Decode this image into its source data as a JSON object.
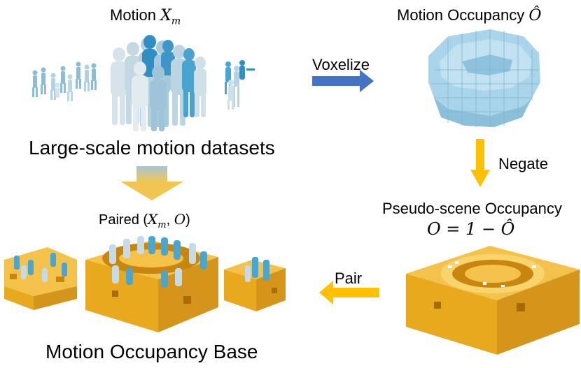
{
  "top_left": {
    "title_prefix": "Motion",
    "title_math": "X",
    "title_sub": "m",
    "caption": "Large-scale motion datasets"
  },
  "top_right": {
    "title": "Motion Occupancy",
    "title_math": "Ô"
  },
  "arrows": {
    "voxelize": "Voxelize",
    "negate": "Negate",
    "pair": "Pair"
  },
  "pseudo": {
    "title": "Pseudo-scene Occupancy",
    "formula": "O = 1 − Ô"
  },
  "paired": {
    "label_prefix": "Paired (",
    "label_math_x": "X",
    "label_sub": "m",
    "label_rest": ", ",
    "label_math_o": "O",
    "label_close": ")"
  },
  "bottom": {
    "caption": "Motion Occupancy Base"
  },
  "colors": {
    "blue_arrow": "#4472c4",
    "yellow_arrow": "#ffc000",
    "box_top": "#f4c24a",
    "box_side_light": "#e8a91f",
    "box_side_dark": "#c98c10",
    "occupancy_blue": "#9fd0e8",
    "human_blue": "#4aa5d0",
    "human_light": "#c5dce8"
  }
}
